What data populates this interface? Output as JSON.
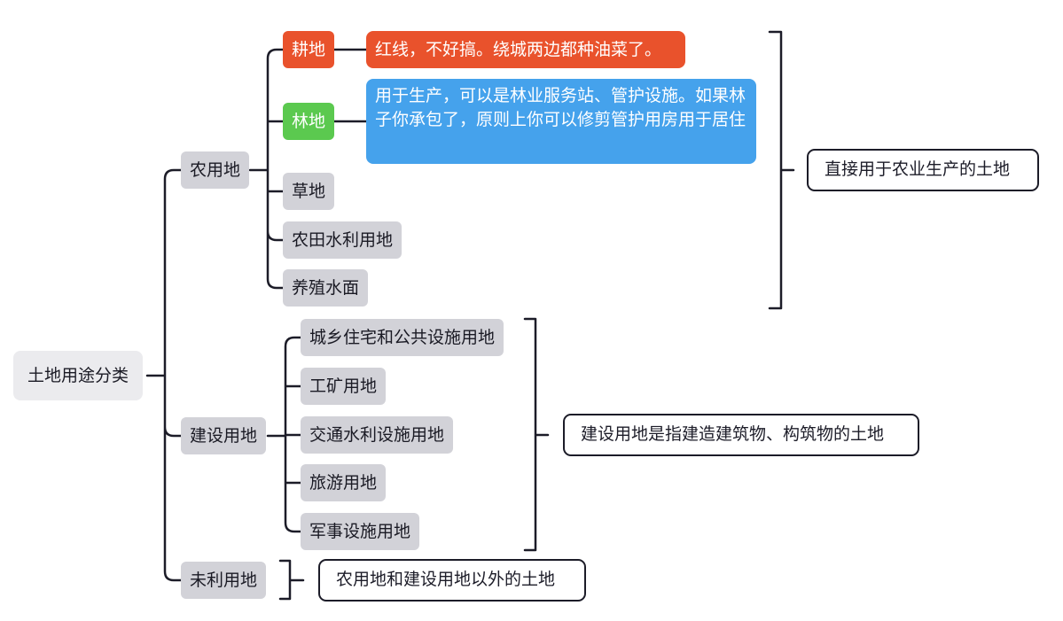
{
  "root": {
    "label": "土地用途分类"
  },
  "agricultural": {
    "label": "农用地",
    "children": [
      {
        "label": "耕地"
      },
      {
        "label": "林地"
      },
      {
        "label": "草地"
      },
      {
        "label": "农田水利用地"
      },
      {
        "label": "养殖水面"
      }
    ],
    "cultivated_note": "红线，不好搞。绕城两边都种油菜了。",
    "forest_note": "用于生产，可以是林业服务站、管护设施。如果林子你承包了，原则上你可以修剪管护用房用于居住",
    "summary": "直接用于农业生产的土地"
  },
  "construction": {
    "label": "建设用地",
    "children": [
      {
        "label": "城乡住宅和公共设施用地"
      },
      {
        "label": "工矿用地"
      },
      {
        "label": "交通水利设施用地"
      },
      {
        "label": "旅游用地"
      },
      {
        "label": "军事设施用地"
      }
    ],
    "summary": "建设用地是指建造建筑物、构筑物的土地"
  },
  "unused": {
    "label": "未利用地",
    "summary": "农用地和建设用地以外的土地"
  },
  "colors": {
    "line": "#1c1c28",
    "node": "#d2d2d8",
    "root": "#ebebee",
    "red": "#e9522c",
    "green": "#5bc94f",
    "blue": "#45a2ec"
  }
}
